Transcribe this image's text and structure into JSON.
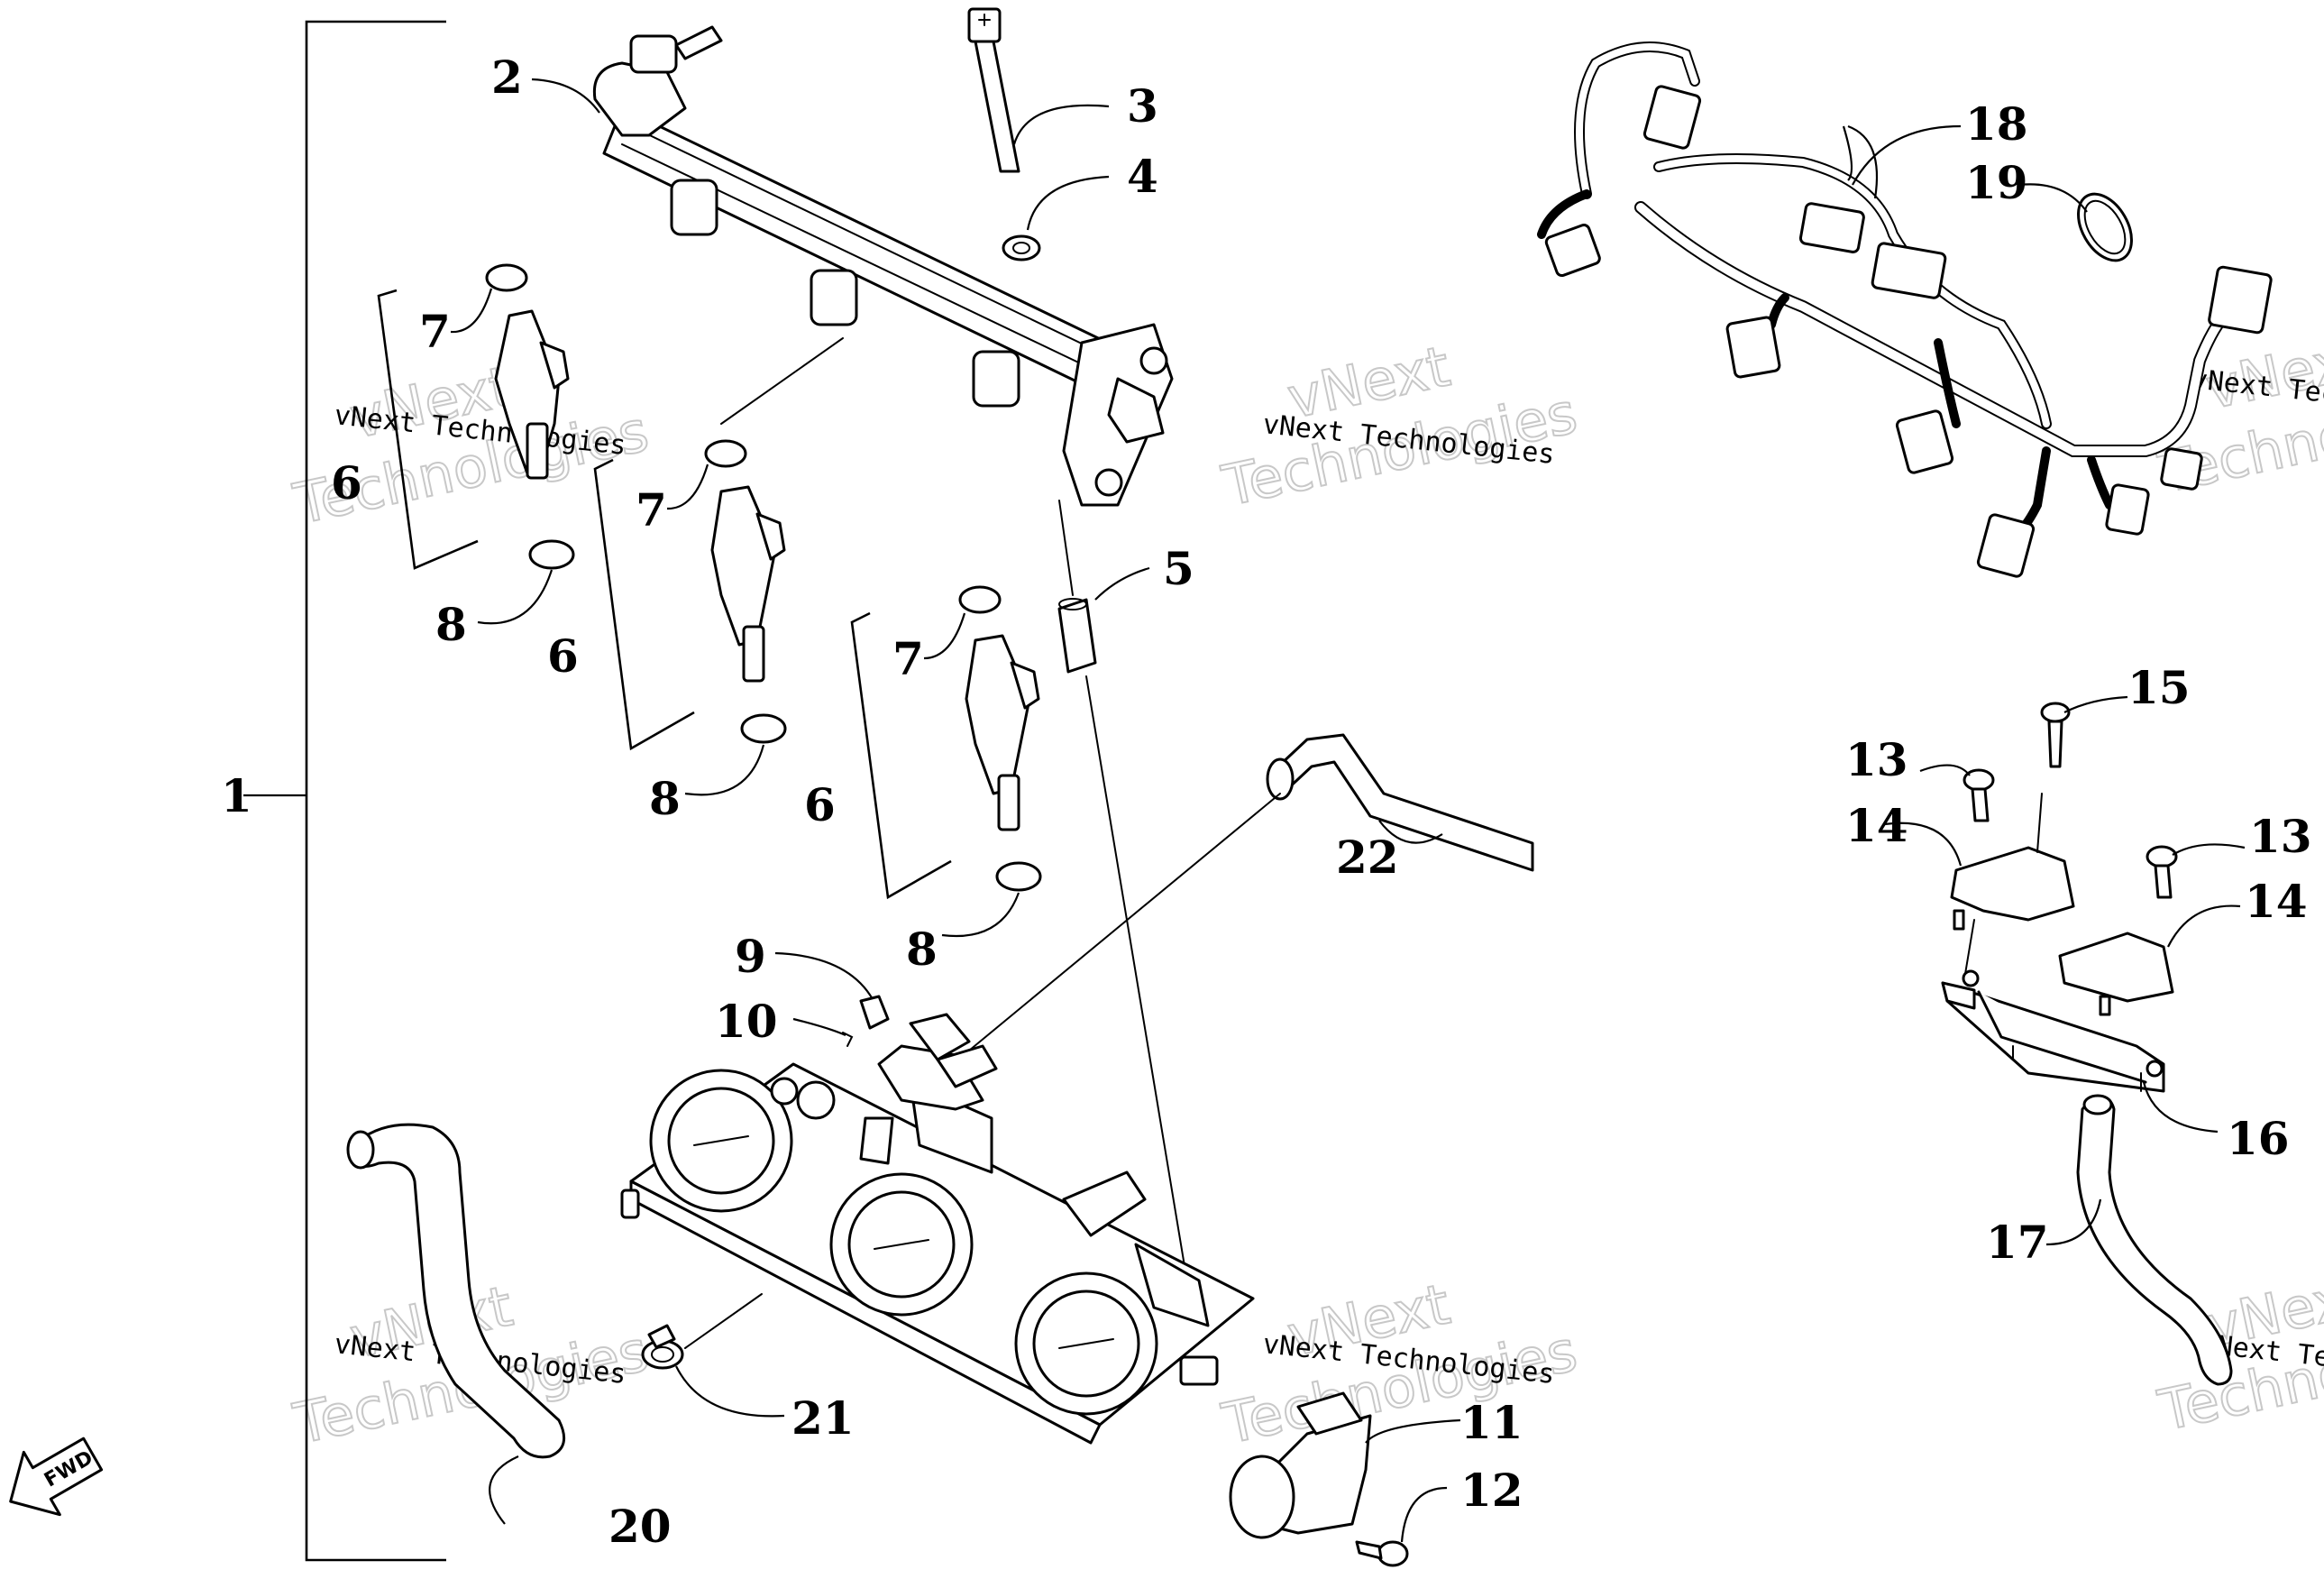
{
  "callouts": {
    "c1": "1",
    "c2": "2",
    "c3": "3",
    "c4": "4",
    "c5": "5",
    "c6a": "6",
    "c6b": "6",
    "c6c": "6",
    "c7a": "7",
    "c7b": "7",
    "c7c": "7",
    "c8a": "8",
    "c8b": "8",
    "c8c": "8",
    "c9": "9",
    "c10": "10",
    "c11": "11",
    "c12": "12",
    "c13a": "13",
    "c13b": "13",
    "c14a": "14",
    "c14b": "14",
    "c15": "15",
    "c16": "16",
    "c17": "17",
    "c18": "18",
    "c19": "19",
    "c20": "20",
    "c21": "21",
    "c22": "22"
  },
  "watermark": {
    "small": "vNext Technologies",
    "line1": "vNext",
    "line2": "Technologies"
  },
  "fwd_label": "FWD"
}
